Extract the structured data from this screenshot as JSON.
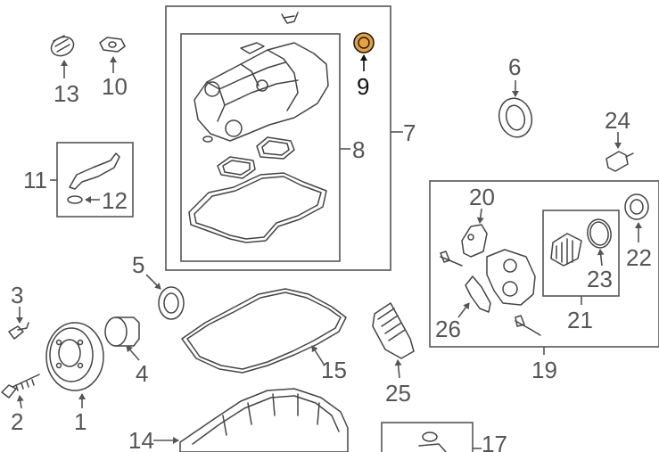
{
  "colors": {
    "highlight_fill": "#e8a13c",
    "highlight_stroke": "#1a1a1a",
    "line": "#555555"
  },
  "callouts": {
    "c1": "1",
    "c2": "2",
    "c3": "3",
    "c4": "4",
    "c5": "5",
    "c6": "6",
    "c7": "7",
    "c8": "8",
    "c9": "9",
    "c10": "10",
    "c11": "11",
    "c12": "12",
    "c13": "13",
    "c14": "14",
    "c15": "15",
    "c17": "17",
    "c19": "19",
    "c20": "20",
    "c21": "21",
    "c22": "22",
    "c23": "23",
    "c24": "24",
    "c25": "25",
    "c26": "26"
  }
}
